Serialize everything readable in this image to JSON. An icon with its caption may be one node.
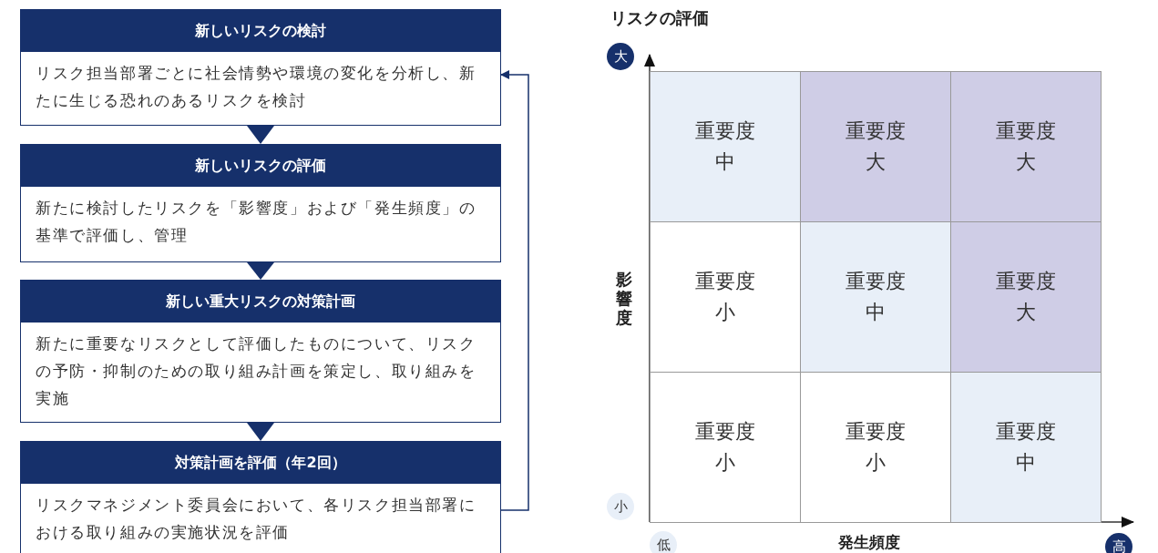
{
  "diagram": {
    "nodes": [
      {
        "text": [
          "新しいリスクの検討",
          "リスク担当部署ごとに社会情勢や環境の変化を分析し、新たに生じる恐れのあるリスクを検討"
        ]
      },
      {
        "text": [
          "新しいリスクの評価",
          "新たに検討したリスクを「影響度」および「発生頻度」の基準で評価し、管理"
        ]
      },
      {
        "text": [
          "新しい重大リスクの対策計画",
          "新たに重要なリスクとして評価したものについて、リスクの予防・抑制のための取り組み計画を策定し、取り組みを実施"
        ]
      },
      {
        "text": [
          "対策計画を評価（年2回）",
          "リスクマネジメント委員会において、各リスク担当部署における取り組みの実施状況を評価"
        ]
      },
      {
        "text": [
          "重要度",
          "中"
        ]
      },
      {
        "text": [
          "重要度",
          "大"
        ]
      },
      {
        "text": [
          "重要度",
          "大"
        ]
      },
      {
        "text": [
          "重要度",
          "小"
        ]
      },
      {
        "text": [
          "重要度",
          "中"
        ]
      },
      {
        "text": [
          "重要度",
          "大"
        ]
      },
      {
        "text": [
          "重要度",
          "小"
        ]
      },
      {
        "text": [
          "重要度",
          "小"
        ]
      },
      {
        "text": [
          "重要度",
          "中"
        ]
      }
    ],
    "edges": [
      {
        "from": 0,
        "to": 1,
        "arrow": "to"
      },
      {
        "from": 1,
        "to": 2,
        "arrow": "to"
      },
      {
        "from": 2,
        "to": 3,
        "arrow": "to"
      },
      {
        "from": 3,
        "to": 0,
        "arrow": "to"
      }
    ],
    "labels": [
      "リスクの評価",
      "大",
      "影響度",
      "小",
      "低",
      "発生頻度",
      "高"
    ]
  }
}
